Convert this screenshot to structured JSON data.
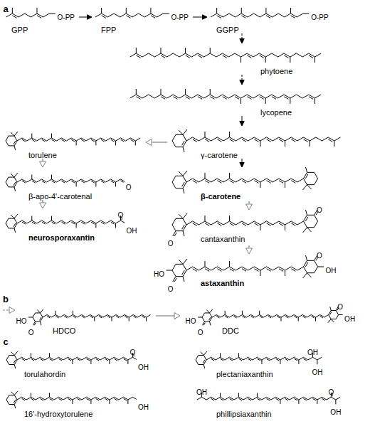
{
  "diagram": {
    "nodes": [
      {
        "text": [
          "GPP"
        ]
      },
      {
        "text": [
          "FPP"
        ]
      },
      {
        "text": [
          "GGPP"
        ]
      },
      {
        "text": [
          "phytoene"
        ]
      },
      {
        "text": [
          "lycopene"
        ]
      },
      {
        "text": [
          "torulene"
        ]
      },
      {
        "text": [
          "γ-carotene"
        ]
      },
      {
        "text": [
          "β-apo-4'-carotenal"
        ]
      },
      {
        "text": [
          "β-carotene"
        ]
      },
      {
        "text": [
          "neurosporaxantin"
        ]
      },
      {
        "text": [
          "cantaxanthin"
        ]
      },
      {
        "text": [
          "astaxanthin"
        ]
      },
      {
        "text": [
          "HDCO"
        ]
      },
      {
        "text": [
          "DDC"
        ]
      },
      {
        "text": [
          "torulahordin"
        ]
      },
      {
        "text": [
          "plectaniaxanthin"
        ]
      },
      {
        "text": [
          "16'-hydroxytorulene"
        ]
      },
      {
        "text": [
          "phillipsiaxanthin"
        ]
      }
    ],
    "edges": [
      {
        "from": 0,
        "to": 1,
        "arrow": "to"
      },
      {
        "from": 1,
        "to": 2,
        "arrow": "to"
      },
      {
        "from": 2,
        "to": 3,
        "arrow": "to"
      },
      {
        "from": 3,
        "to": 4,
        "arrow": "to"
      },
      {
        "from": 4,
        "to": 6,
        "arrow": "to"
      },
      {
        "from": 6,
        "to": 5,
        "arrow": "to"
      },
      {
        "from": 5,
        "to": 7,
        "arrow": "to"
      },
      {
        "from": 7,
        "to": 9,
        "arrow": "to"
      },
      {
        "from": 6,
        "to": 8,
        "arrow": "to"
      },
      {
        "from": 8,
        "to": 10,
        "arrow": "to"
      },
      {
        "from": 10,
        "to": 11,
        "arrow": "to"
      },
      {
        "from": 12,
        "to": 13,
        "arrow": "to"
      }
    ],
    "labels": [
      "a",
      "O-PP",
      "O-PP",
      "O-PP",
      "O",
      "O",
      "OH",
      "O",
      "O",
      "HO",
      "O",
      "O",
      "OH",
      "b",
      "HO",
      "O",
      "HO",
      "O",
      "O",
      "OH",
      "c",
      "O",
      "OH",
      "OH",
      "OH",
      "OH",
      "OH",
      "O",
      "OH"
    ]
  }
}
